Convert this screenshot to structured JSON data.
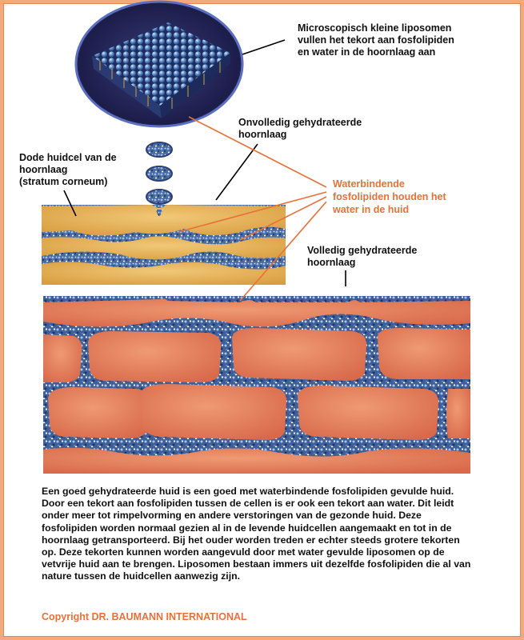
{
  "labels": {
    "liposomes": [
      "Microscopisch kleine liposomen",
      "vullen het tekort aan fosfolipiden",
      "en water in de hoornlaag aan"
    ],
    "incomplete": [
      "Onvolledig gehydrateerde",
      "hoornlaag"
    ],
    "dead_cell": [
      "Dode huidcel van de",
      "hoornlaag",
      "(stratum corneum)"
    ],
    "water_binding": [
      "Waterbindende",
      "fosfolipiden houden het",
      "water in de huid"
    ],
    "complete": [
      "Volledig gehydrateerde",
      "hoornlaag"
    ]
  },
  "body_text": "Een goed gehydrateerde huid is een goed met waterbindende fosfolipiden gevulde huid. Door een tekort aan fosfolipiden tussen de cellen is er ook een tekort aan water. Dit leidt onder meer tot rimpelvorming en andere verstoringen van de gezonde huid. Deze fosfolipiden worden normaal gezien al in de levende huidcellen aangemaakt en tot in de hoornlaag getransporteerd. Bij het ouder worden treden er echter steeds grotere tekorten op. Deze tekorten kunnen worden aangevuld door met water gevulde liposomen op de vetvrije huid aan te brengen. Liposomen bestaan immers uit dezelfde fosfolipiden die al van nature tussen de huidcellen aanwezig zijn.",
  "copyright": "Copyright DR. BAUMANN INTERNATIONAL",
  "colors": {
    "page_border": "#f4a97a",
    "accent_orange": "#e8713a",
    "cell_tan": "#e8b55c",
    "cell_salmon": "#e5825e",
    "lipid_blue": "#4f72a8",
    "oval_dark": "#232554"
  }
}
